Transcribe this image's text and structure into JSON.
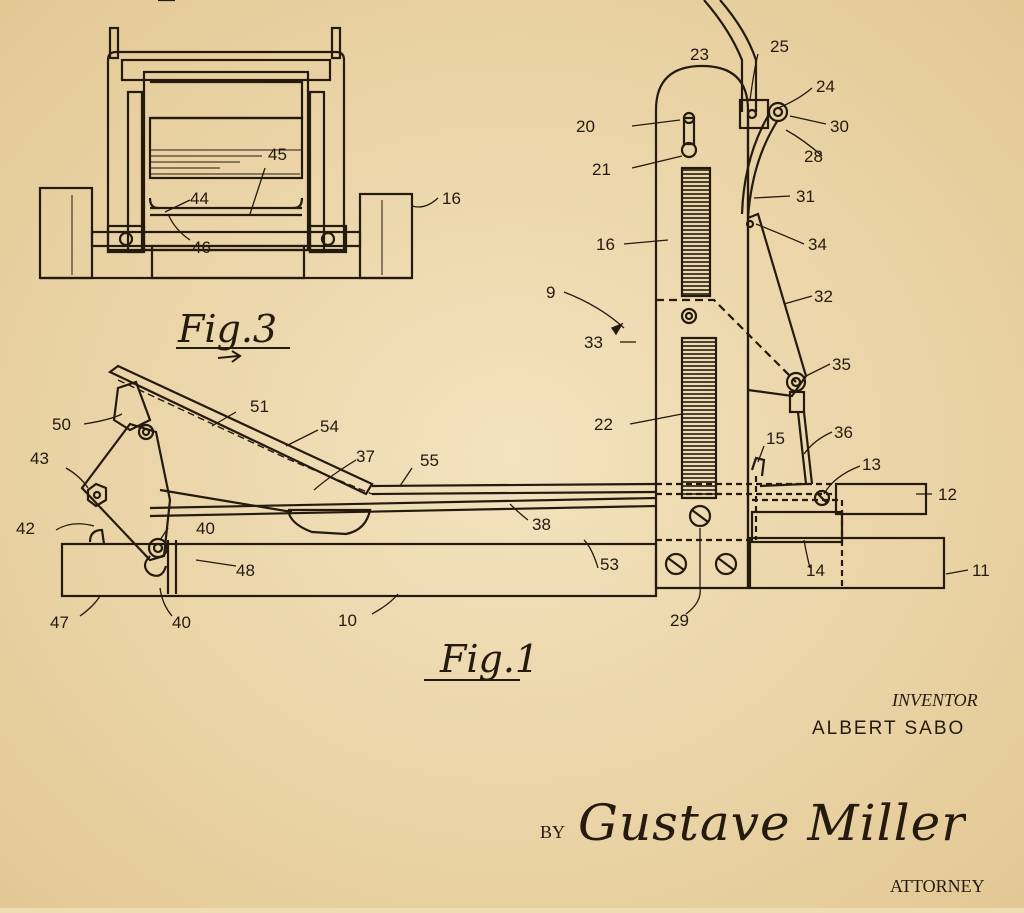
{
  "figures": {
    "fig1_caption": "Fig.1",
    "fig3_caption": "Fig.3"
  },
  "fig3_refs": [
    "45",
    "44",
    "46",
    "16"
  ],
  "fig1_refs": [
    "23",
    "25",
    "24",
    "20",
    "30",
    "28",
    "21",
    "31",
    "34",
    "16",
    "32",
    "9",
    "33",
    "35",
    "22",
    "15",
    "36",
    "13",
    "50",
    "51",
    "54",
    "37",
    "43",
    "55",
    "12",
    "42",
    "40",
    "38",
    "48",
    "53",
    "14",
    "11",
    "47",
    "40",
    "10",
    "29"
  ],
  "inventor": {
    "label": "INVENTOR",
    "name": "ALBERT SABO"
  },
  "attorney": {
    "by": "BY",
    "signature": "Gustave Miller",
    "label": "ATTORNEY"
  },
  "colors": {
    "paper": "#efdcb3",
    "ink": "#241a0e"
  }
}
